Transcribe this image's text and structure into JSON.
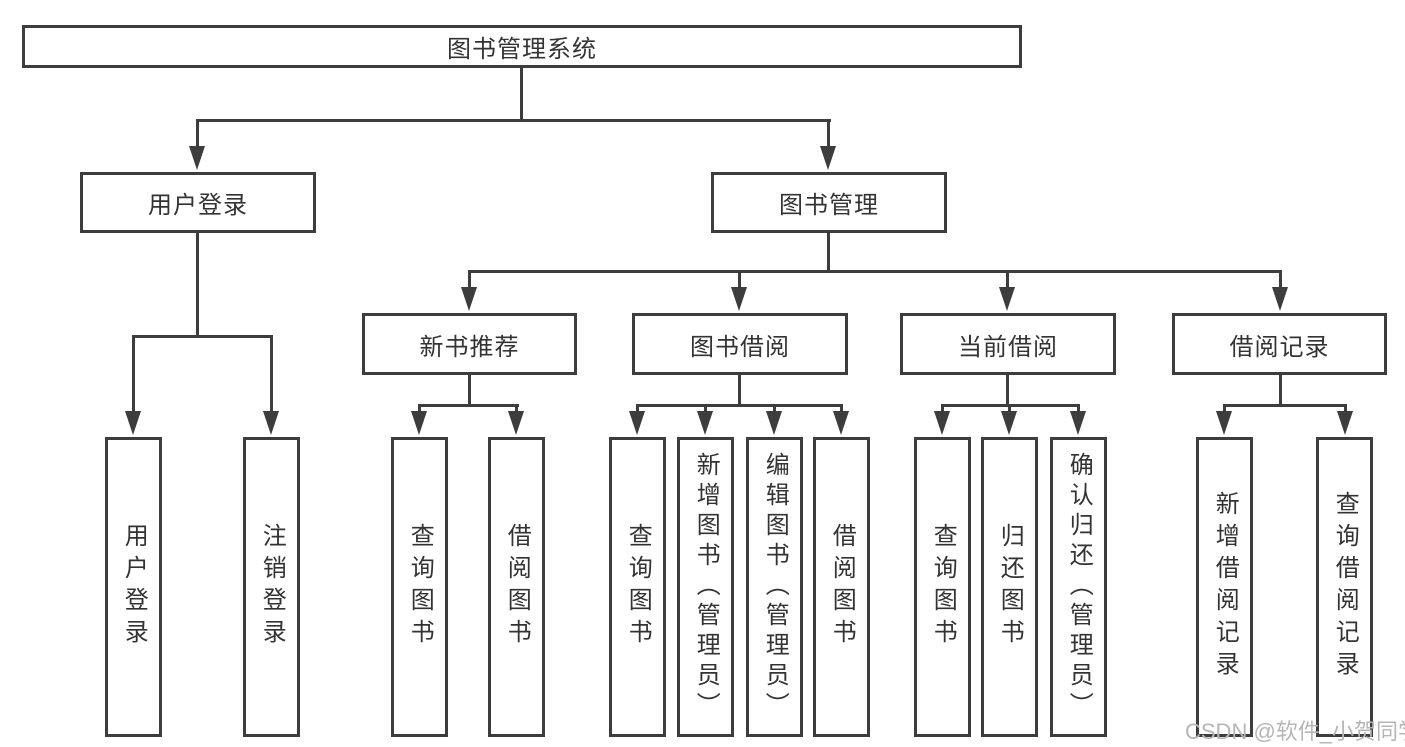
{
  "diagram": {
    "root": "图书管理系统",
    "branches": [
      {
        "label": "用户登录"
      },
      {
        "label": "图书管理"
      }
    ],
    "modules": [
      {
        "label": "新书推荐"
      },
      {
        "label": "图书借阅"
      },
      {
        "label": "当前借阅"
      },
      {
        "label": "借阅记录"
      }
    ],
    "leaves": [
      {
        "label": "用户登录"
      },
      {
        "label": "注销登录"
      },
      {
        "label": "查询图书"
      },
      {
        "label": "借阅图书"
      },
      {
        "label": "查询图书"
      },
      {
        "label": "新增图书（管理员）"
      },
      {
        "label": "编辑图书（管理员）"
      },
      {
        "label": "借阅图书"
      },
      {
        "label": "查询图书"
      },
      {
        "label": "归还图书"
      },
      {
        "label": "确认归还（管理员）"
      },
      {
        "label": "新增借阅记录"
      },
      {
        "label": "查询借阅记录"
      }
    ],
    "watermark": "CSDN @软件_小贺同学",
    "colors": {
      "line": "#3d3d3d",
      "text": "#333333",
      "watermark": "#b6b6b6",
      "background": "#ffffff"
    }
  }
}
